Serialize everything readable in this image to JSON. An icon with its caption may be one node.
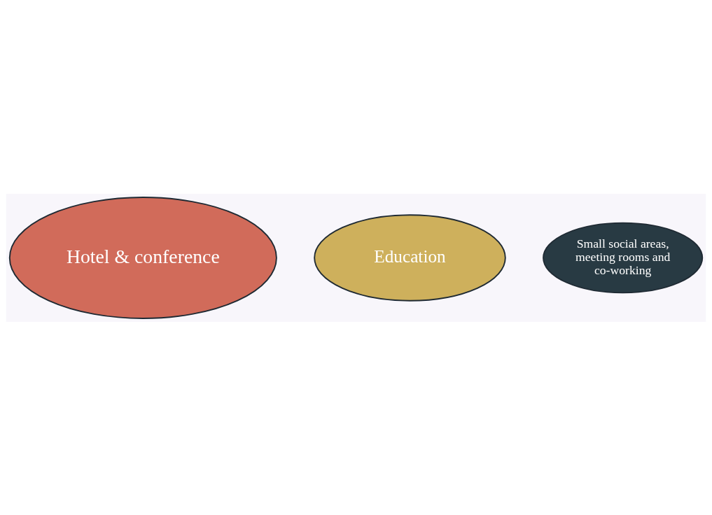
{
  "diagram": {
    "nodes": [
      {
        "text": [
          "Hotel & conference"
        ]
      },
      {
        "text": [
          "Education"
        ]
      },
      {
        "text": [
          "Small social areas, meeting rooms and co-working"
        ]
      }
    ]
  }
}
